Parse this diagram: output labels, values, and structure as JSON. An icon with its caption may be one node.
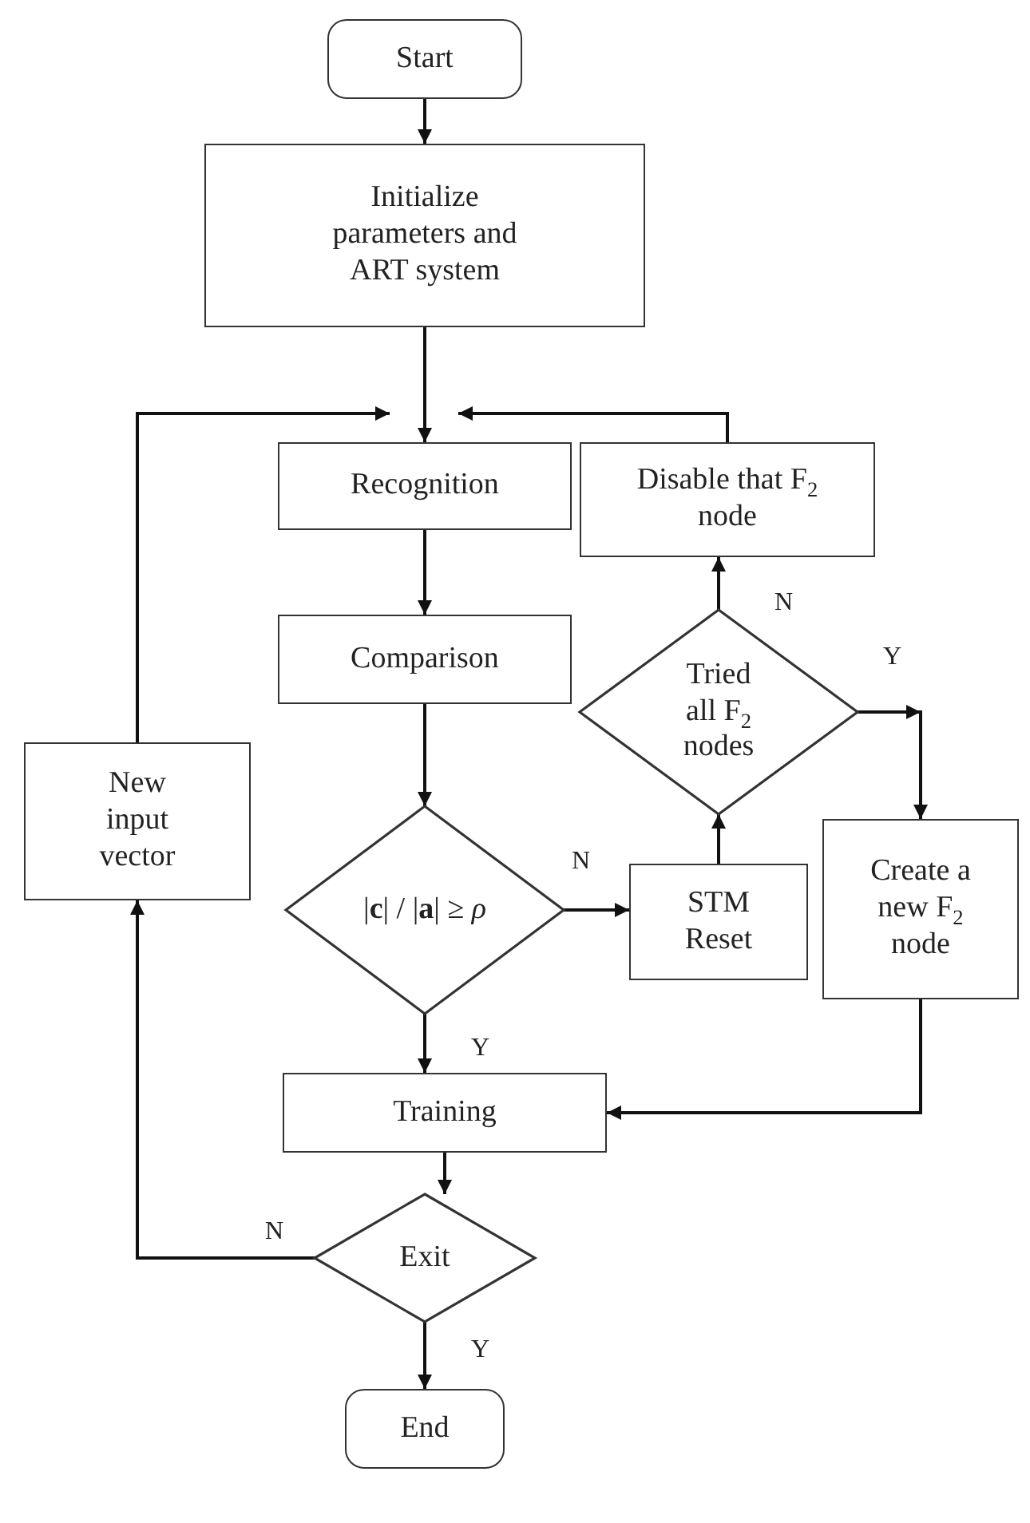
{
  "diagram": {
    "nodes": [
      {
        "text": [
          "Start"
        ]
      },
      {
        "text": [
          "Initialize parameters and ART system"
        ]
      },
      {
        "text": [
          "Recognition"
        ]
      },
      {
        "text": [
          "Disable that F$_{2}$ node"
        ]
      },
      {
        "text": [
          "Comparison"
        ]
      },
      {
        "text": [
          "Tried all F$_{2}$ nodes"
        ]
      },
      {
        "text": [
          "New input vector"
        ]
      },
      {
        "text": [
          "|**c**| / |**a**| ≥ *ρ*"
        ]
      },
      {
        "text": [
          "STM Reset"
        ]
      },
      {
        "text": [
          "Create a new F$_{2}$ node"
        ]
      },
      {
        "text": [
          "Training"
        ]
      },
      {
        "text": [
          "Exit"
        ]
      },
      {
        "text": [
          "End"
        ]
      }
    ],
    "edges": [
      {
        "from": 0,
        "to": 1,
        "arrow": "to"
      },
      {
        "from": 1,
        "to": 2,
        "arrow": "to"
      },
      {
        "from": 6,
        "to": 2,
        "arrow": "to"
      },
      {
        "from": 3,
        "to": 2,
        "arrow": "to"
      },
      {
        "from": 2,
        "to": 4,
        "arrow": "to"
      },
      {
        "from": 4,
        "to": 7,
        "arrow": "to"
      },
      {
        "from": 7,
        "to": 8,
        "arrow": "to",
        "label": "N"
      },
      {
        "from": 8,
        "to": 5,
        "arrow": "to"
      },
      {
        "from": 5,
        "to": 3,
        "arrow": "to",
        "label": "N"
      },
      {
        "from": 5,
        "to": 9,
        "arrow": "to",
        "label": "Y"
      },
      {
        "from": 7,
        "to": 10,
        "arrow": "to",
        "label": "Y"
      },
      {
        "from": 9,
        "to": 10,
        "arrow": "to"
      },
      {
        "from": 10,
        "to": 11,
        "arrow": "to"
      },
      {
        "from": 11,
        "to": 6,
        "arrow": "to",
        "label": "N"
      },
      {
        "from": 11,
        "to": 12,
        "arrow": "to",
        "label": "Y"
      }
    ]
  }
}
